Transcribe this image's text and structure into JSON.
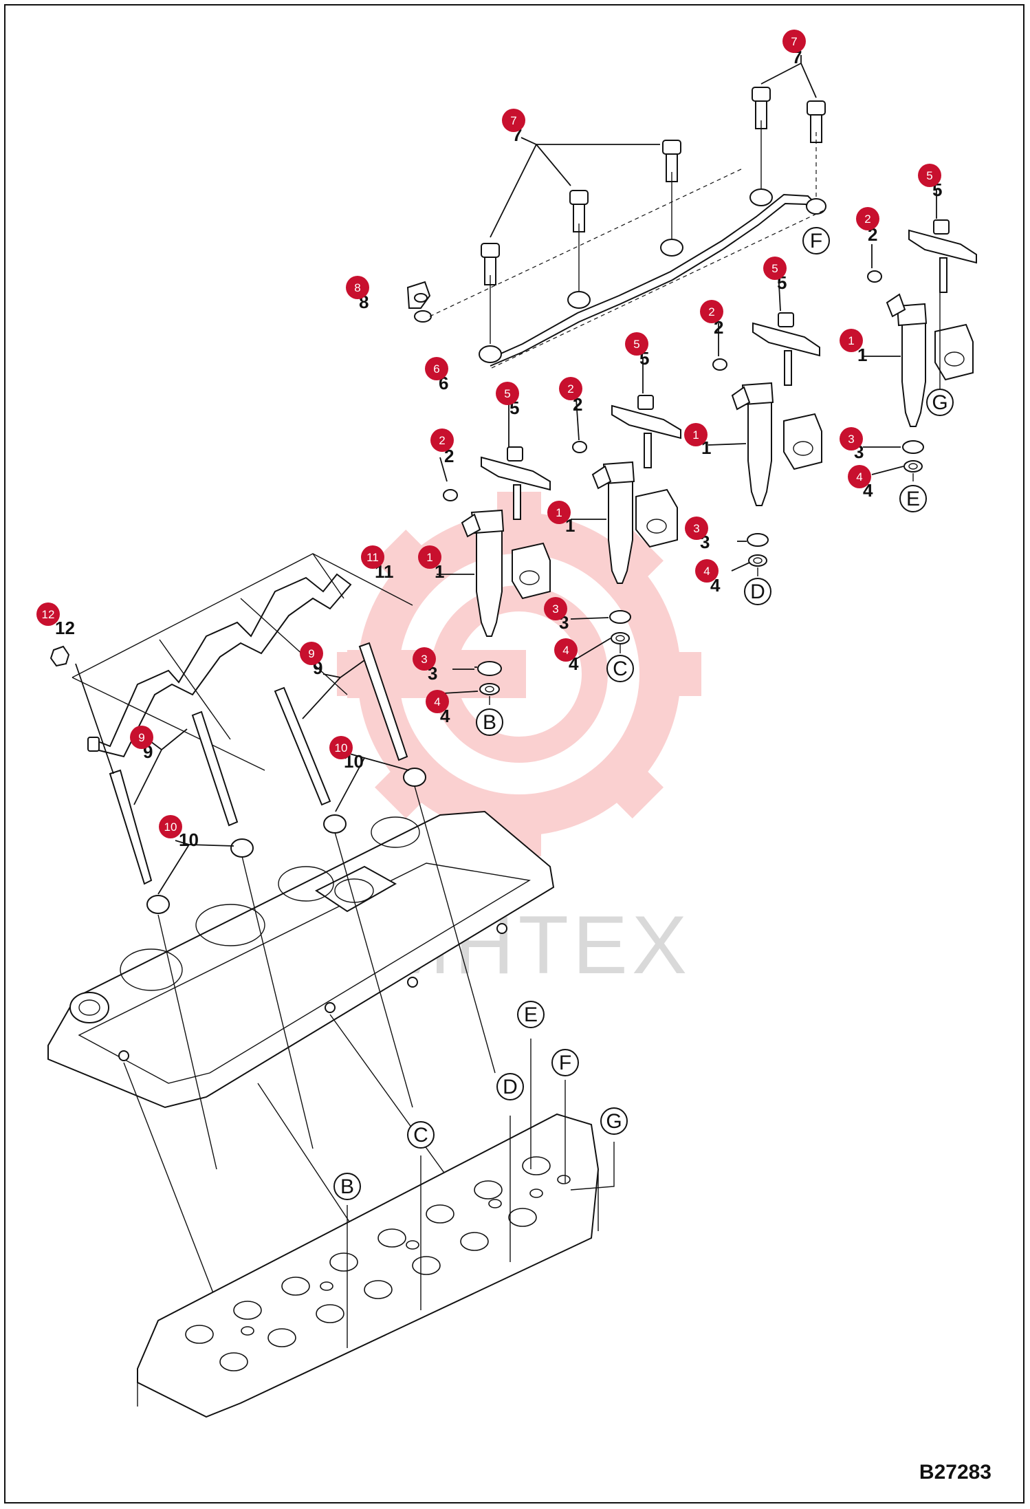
{
  "figure_code": "B27283",
  "watermark": "МНТЕХ",
  "watermark_color": "#f07a7a",
  "badge_color": "#c8102e",
  "icons": {
    "watermark": "gear-logo-icon",
    "callout": "red-circle-badge-icon",
    "reference": "letter-circle-icon"
  },
  "callouts": [
    {
      "number": "7",
      "badge": "7"
    },
    {
      "number": "7",
      "badge": "7"
    },
    {
      "number": "8",
      "badge": "8"
    },
    {
      "number": "6",
      "badge": "6"
    },
    {
      "number": "5",
      "badge": "5"
    },
    {
      "number": "5",
      "badge": "5"
    },
    {
      "number": "5",
      "badge": "5"
    },
    {
      "number": "5",
      "badge": "5"
    },
    {
      "number": "2",
      "badge": "2"
    },
    {
      "number": "2",
      "badge": "2"
    },
    {
      "number": "2",
      "badge": "2"
    },
    {
      "number": "2",
      "badge": "2"
    },
    {
      "number": "1",
      "badge": "1"
    },
    {
      "number": "1",
      "badge": "1"
    },
    {
      "number": "1",
      "badge": "1"
    },
    {
      "number": "1",
      "badge": "1"
    },
    {
      "number": "3",
      "badge": "3"
    },
    {
      "number": "3",
      "badge": "3"
    },
    {
      "number": "3",
      "badge": "3"
    },
    {
      "number": "3",
      "badge": "3"
    },
    {
      "number": "4",
      "badge": "4"
    },
    {
      "number": "4",
      "badge": "4"
    },
    {
      "number": "4",
      "badge": "4"
    },
    {
      "number": "4",
      "badge": "4"
    },
    {
      "number": "11",
      "badge": "11"
    },
    {
      "number": "12",
      "badge": "12"
    },
    {
      "number": "9",
      "badge": "9"
    },
    {
      "number": "9",
      "badge": "9"
    },
    {
      "number": "10",
      "badge": "10"
    },
    {
      "number": "10",
      "badge": "10"
    }
  ],
  "reference_letters": [
    "B",
    "C",
    "D",
    "E",
    "F",
    "G",
    "B",
    "C",
    "D",
    "E",
    "F",
    "G"
  ]
}
